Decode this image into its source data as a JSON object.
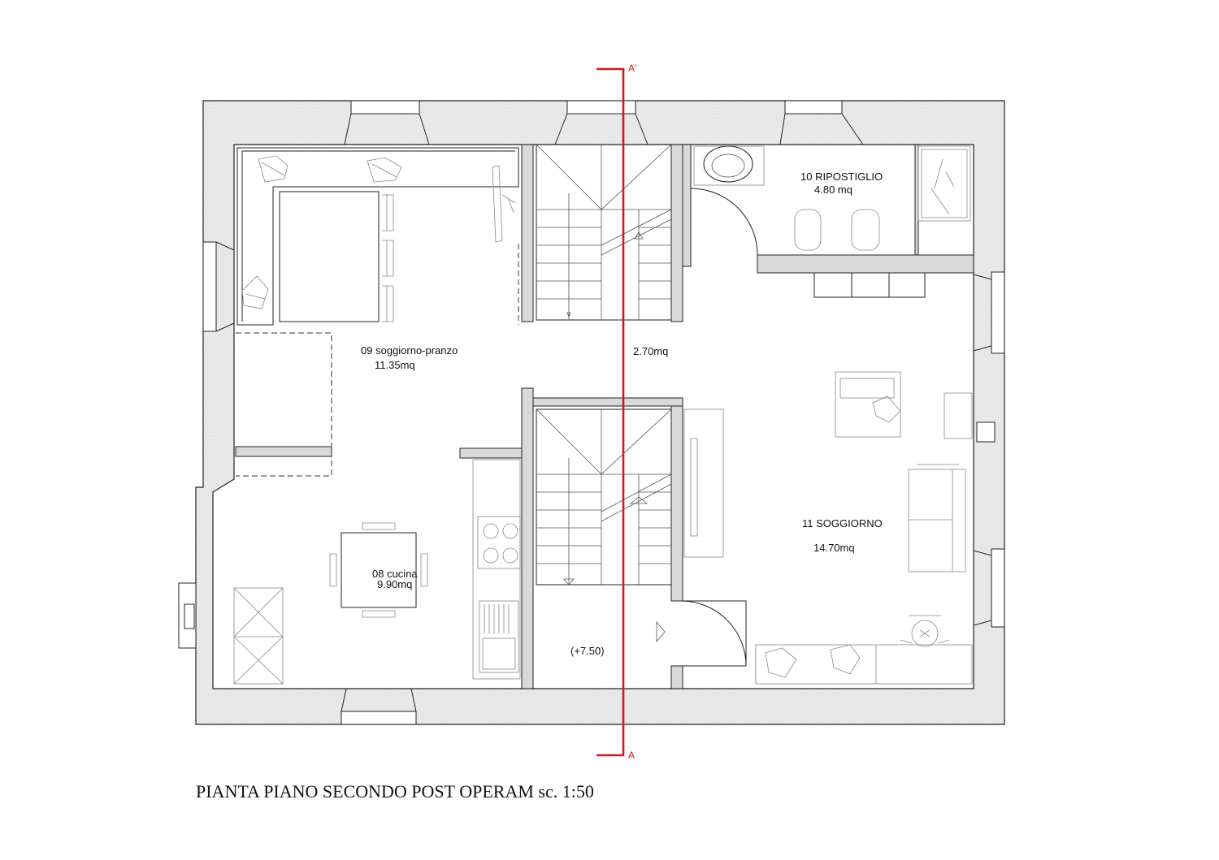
{
  "rooms": {
    "soggiorno_pranzo": {
      "name": "09 soggiorno-pranzo",
      "area": "11.35mq"
    },
    "ripostiglio": {
      "name": "10 RIPOSTIGLIO",
      "area": "4.80 mq"
    },
    "disimpegno": {
      "area": "2.70mq"
    },
    "soggiorno": {
      "name": "11 SOGGIORNO",
      "area": "14.70mq"
    },
    "cucina": {
      "name": "08 cucina",
      "area": "9.90mq"
    },
    "landing": {
      "level": "(+7.50)"
    }
  },
  "section": {
    "top_label": "A'",
    "bottom_label": "A",
    "color": "#d11a1a"
  },
  "title": "PIANTA PIANO SECONDO POST OPERAM sc. 1:50"
}
